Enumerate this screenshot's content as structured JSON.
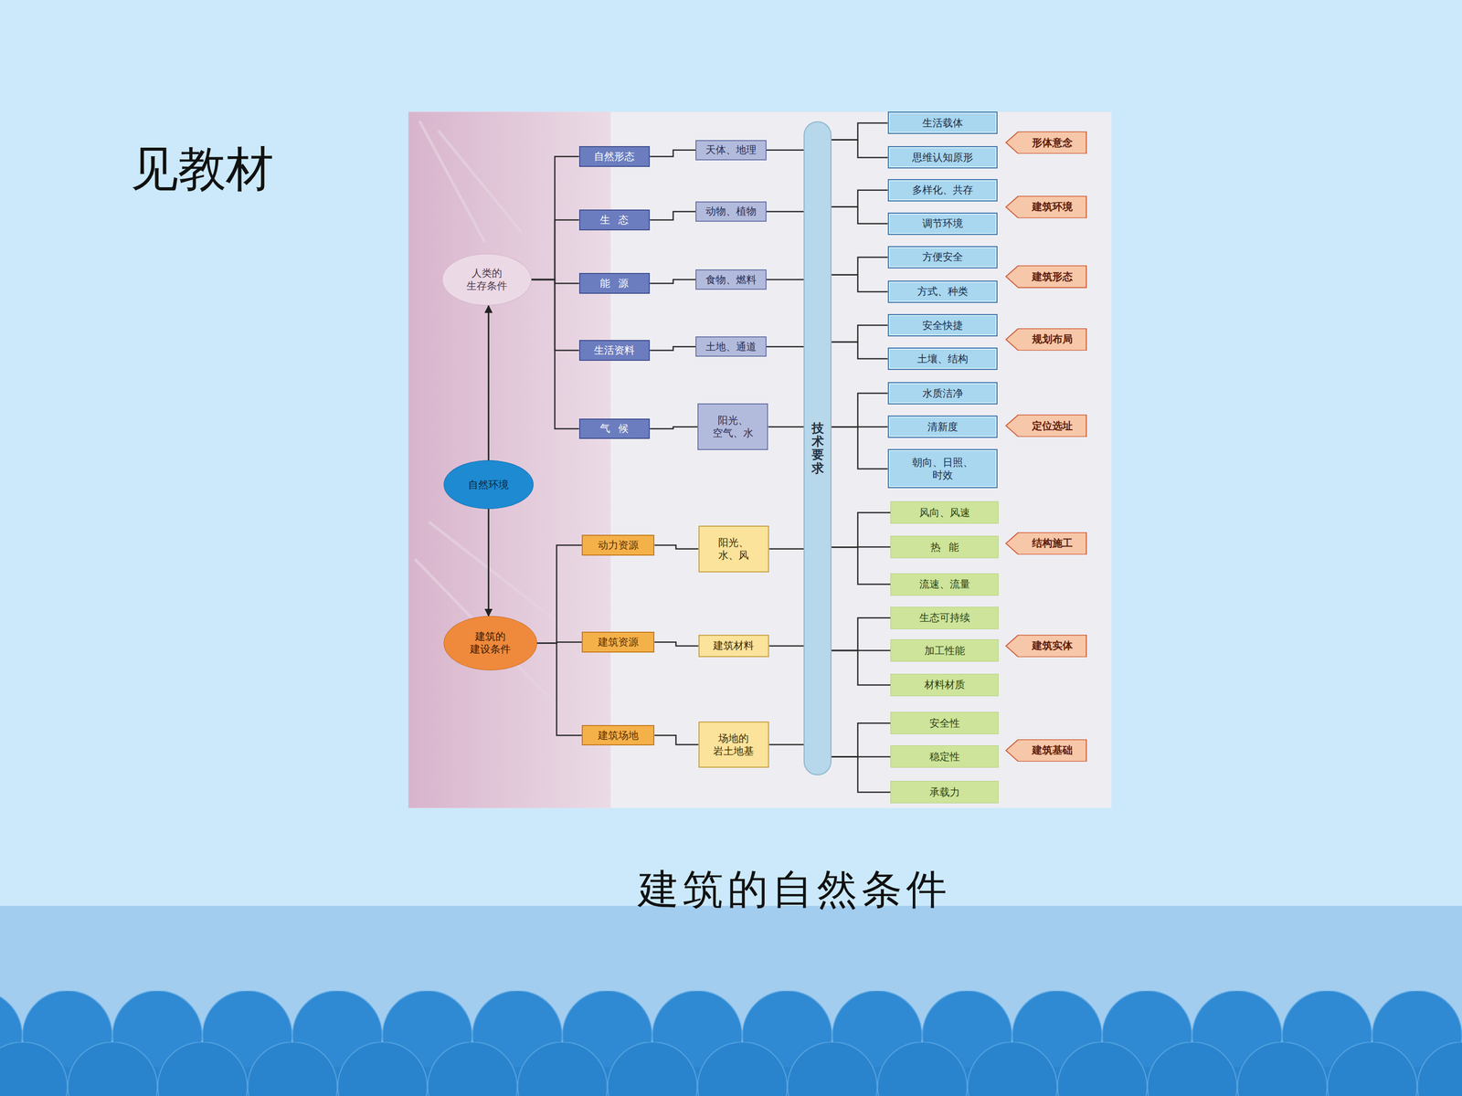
{
  "diagram": {
    "title": "见教材",
    "caption": "建筑的自然条件",
    "nodes": [
      {
        "text": [
          "人类的 生存条件"
        ]
      },
      {
        "text": [
          "自然形态"
        ]
      },
      {
        "text": [
          "天体、地理"
        ]
      },
      {
        "text": [
          "生态"
        ]
      },
      {
        "text": [
          "动物、植物"
        ]
      },
      {
        "text": [
          "能源"
        ]
      },
      {
        "text": [
          "食物、燃料"
        ]
      },
      {
        "text": [
          "生活资料"
        ]
      },
      {
        "text": [
          "土地、通道"
        ]
      },
      {
        "text": [
          "气候"
        ]
      },
      {
        "text": [
          "阳光、 空气、水"
        ]
      },
      {
        "text": [
          "自然环境"
        ]
      },
      {
        "text": [
          "建筑的 建设条件"
        ]
      },
      {
        "text": [
          "动力资源"
        ]
      },
      {
        "text": [
          "阳光、 水、风"
        ]
      },
      {
        "text": [
          "建筑资源"
        ]
      },
      {
        "text": [
          "建筑材料"
        ]
      },
      {
        "text": [
          "建筑场地"
        ]
      },
      {
        "text": [
          "场地的 岩土地基"
        ]
      },
      {
        "text": [
          "技术要求"
        ]
      },
      {
        "text": [
          "生活载体"
        ]
      },
      {
        "text": [
          "思维认知原形"
        ]
      },
      {
        "text": [
          "多样化、共存"
        ]
      },
      {
        "text": [
          "调节环境"
        ]
      },
      {
        "text": [
          "方便安全"
        ]
      },
      {
        "text": [
          "方式、种类"
        ]
      },
      {
        "text": [
          "安全快捷"
        ]
      },
      {
        "text": [
          "土壤、结构"
        ]
      },
      {
        "text": [
          "水质洁净"
        ]
      },
      {
        "text": [
          "清新度"
        ]
      },
      {
        "text": [
          "朝向、日照、 时效"
        ]
      },
      {
        "text": [
          "风向、风速"
        ]
      },
      {
        "text": [
          "热能"
        ]
      },
      {
        "text": [
          "流速、流量"
        ]
      },
      {
        "text": [
          "生态可持续"
        ]
      },
      {
        "text": [
          "加工性能"
        ]
      },
      {
        "text": [
          "材料材质"
        ]
      },
      {
        "text": [
          "安全性"
        ]
      },
      {
        "text": [
          "稳定性"
        ]
      },
      {
        "text": [
          "承载力"
        ]
      },
      {
        "text": [
          "形体意念"
        ]
      },
      {
        "text": [
          "建筑环境"
        ]
      },
      {
        "text": [
          "建筑形态"
        ]
      },
      {
        "text": [
          "规划布局"
        ]
      },
      {
        "text": [
          "定位选址"
        ]
      },
      {
        "text": [
          "结构施工"
        ]
      },
      {
        "text": [
          "建筑实体"
        ]
      },
      {
        "text": [
          "建筑基础"
        ]
      }
    ],
    "edges": [
      {
        "from": 11,
        "to": 0,
        "arrow": "to"
      },
      {
        "from": 11,
        "to": 12,
        "arrow": "to"
      },
      {
        "from": 0,
        "to": 1,
        "arrow": "none"
      },
      {
        "from": 0,
        "to": 3,
        "arrow": "none"
      },
      {
        "from": 0,
        "to": 5,
        "arrow": "none"
      },
      {
        "from": 0,
        "to": 7,
        "arrow": "none"
      },
      {
        "from": 0,
        "to": 9,
        "arrow": "none"
      },
      {
        "from": 1,
        "to": 2,
        "arrow": "none"
      },
      {
        "from": 3,
        "to": 4,
        "arrow": "none"
      },
      {
        "from": 5,
        "to": 6,
        "arrow": "none"
      },
      {
        "from": 7,
        "to": 8,
        "arrow": "none"
      },
      {
        "from": 9,
        "to": 10,
        "arrow": "none"
      },
      {
        "from": 12,
        "to": 13,
        "arrow": "none"
      },
      {
        "from": 12,
        "to": 15,
        "arrow": "none"
      },
      {
        "from": 12,
        "to": 17,
        "arrow": "none"
      },
      {
        "from": 13,
        "to": 14,
        "arrow": "none"
      },
      {
        "from": 15,
        "to": 16,
        "arrow": "none"
      },
      {
        "from": 17,
        "to": 18,
        "arrow": "none"
      },
      {
        "from": 2,
        "to": 19,
        "arrow": "none"
      },
      {
        "from": 4,
        "to": 19,
        "arrow": "none"
      },
      {
        "from": 6,
        "to": 19,
        "arrow": "none"
      },
      {
        "from": 8,
        "to": 19,
        "arrow": "none"
      },
      {
        "from": 10,
        "to": 19,
        "arrow": "none"
      },
      {
        "from": 14,
        "to": 19,
        "arrow": "none"
      },
      {
        "from": 16,
        "to": 19,
        "arrow": "none"
      },
      {
        "from": 18,
        "to": 19,
        "arrow": "none"
      },
      {
        "from": 19,
        "to": 20,
        "arrow": "none"
      },
      {
        "from": 19,
        "to": 21,
        "arrow": "none"
      },
      {
        "from": 19,
        "to": 22,
        "arrow": "none"
      },
      {
        "from": 19,
        "to": 23,
        "arrow": "none"
      },
      {
        "from": 19,
        "to": 24,
        "arrow": "none"
      },
      {
        "from": 19,
        "to": 25,
        "arrow": "none"
      },
      {
        "from": 19,
        "to": 26,
        "arrow": "none"
      },
      {
        "from": 19,
        "to": 27,
        "arrow": "none"
      },
      {
        "from": 19,
        "to": 28,
        "arrow": "none"
      },
      {
        "from": 19,
        "to": 29,
        "arrow": "none"
      },
      {
        "from": 19,
        "to": 30,
        "arrow": "none"
      },
      {
        "from": 19,
        "to": 31,
        "arrow": "none"
      },
      {
        "from": 19,
        "to": 32,
        "arrow": "none"
      },
      {
        "from": 19,
        "to": 33,
        "arrow": "none"
      },
      {
        "from": 19,
        "to": 34,
        "arrow": "none"
      },
      {
        "from": 19,
        "to": 35,
        "arrow": "none"
      },
      {
        "from": 19,
        "to": 36,
        "arrow": "none"
      },
      {
        "from": 19,
        "to": 37,
        "arrow": "none"
      },
      {
        "from": 19,
        "to": 38,
        "arrow": "none"
      },
      {
        "from": 19,
        "to": 39,
        "arrow": "none"
      }
    ]
  }
}
